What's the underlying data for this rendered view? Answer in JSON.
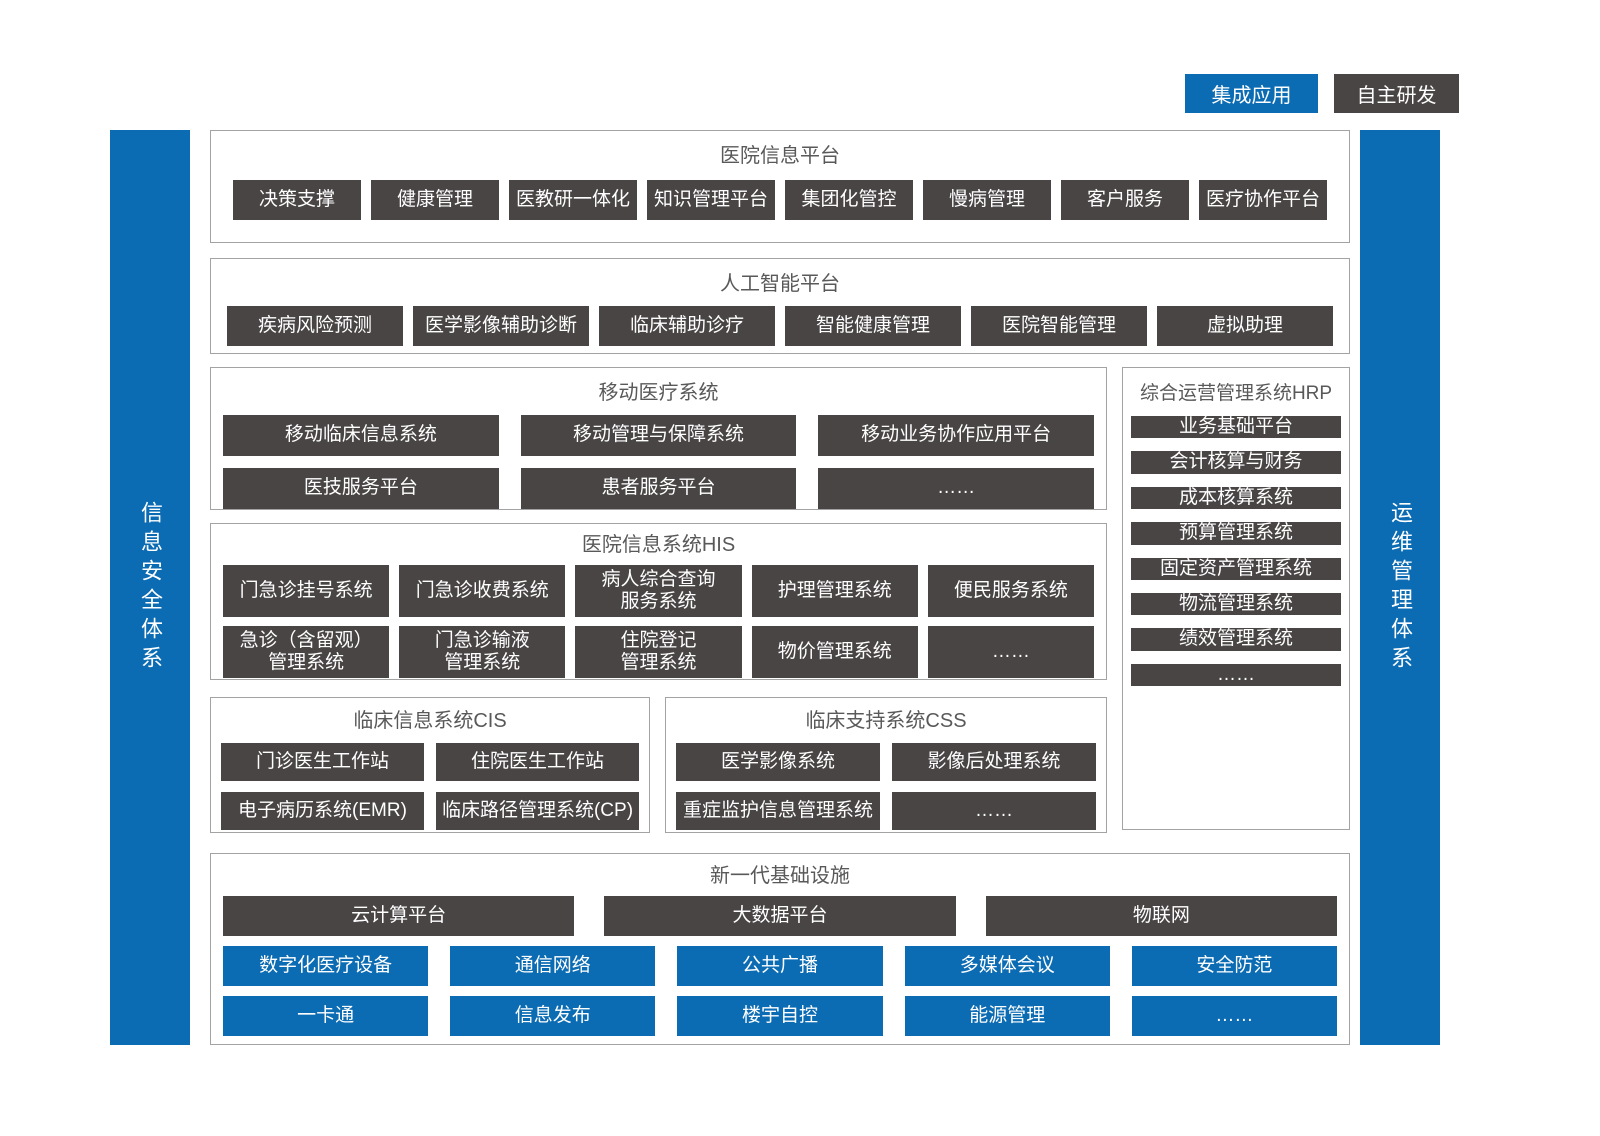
{
  "legend": {
    "integrated": "集成应用",
    "self_developed": "自主研发"
  },
  "sidebars": {
    "left": "信息安全体系",
    "right": "运维管理体系"
  },
  "colors": {
    "blue": "#0b6bb3",
    "dark_gray": "#4a4545"
  },
  "sections": {
    "hip": {
      "title": "医院信息平台",
      "items": [
        "决策支撑",
        "健康管理",
        "医教研一体化",
        "知识管理平台",
        "集团化管控",
        "慢病管理",
        "客户服务",
        "医疗协作平台"
      ]
    },
    "ai": {
      "title": "人工智能平台",
      "items": [
        "疾病风险预测",
        "医学影像辅助诊断",
        "临床辅助诊疗",
        "智能健康管理",
        "医院智能管理",
        "虚拟助理"
      ]
    },
    "mobile": {
      "title": "移动医疗系统",
      "rows": [
        [
          "移动临床信息系统",
          "移动管理与保障系统",
          "移动业务协作应用平台"
        ],
        [
          "医技服务平台",
          "患者服务平台",
          "……"
        ]
      ]
    },
    "hrp": {
      "title": "综合运营管理系统HRP",
      "items": [
        "业务基础平台",
        "会计核算与财务",
        "成本核算系统",
        "预算管理系统",
        "固定资产管理系统",
        "物流管理系统",
        "绩效管理系统",
        "……"
      ]
    },
    "his": {
      "title": "医院信息系统HIS",
      "rows": [
        [
          "门急诊挂号系统",
          "门急诊收费系统",
          "病人综合查询\n服务系统",
          "护理管理系统",
          "便民服务系统"
        ],
        [
          "急诊（含留观）\n管理系统",
          "门急诊输液\n管理系统",
          "住院登记\n管理系统",
          "物价管理系统",
          "……"
        ]
      ]
    },
    "cis": {
      "title": "临床信息系统CIS",
      "rows": [
        [
          "门诊医生工作站",
          "住院医生工作站"
        ],
        [
          "电子病历系统(EMR)",
          "临床路径管理系统(CP)"
        ]
      ]
    },
    "css": {
      "title": "临床支持系统CSS",
      "rows": [
        [
          "医学影像系统",
          "影像后处理系统"
        ],
        [
          "重症监护信息管理系统",
          "……"
        ]
      ]
    },
    "infra": {
      "title": "新一代基础设施",
      "dark_row": [
        "云计算平台",
        "大数据平台",
        "物联网"
      ],
      "blue_rows": [
        [
          "数字化医疗设备",
          "通信网络",
          "公共广播",
          "多媒体会议",
          "安全防范"
        ],
        [
          "一卡通",
          "信息发布",
          "楼宇自控",
          "能源管理",
          "……"
        ]
      ]
    }
  }
}
